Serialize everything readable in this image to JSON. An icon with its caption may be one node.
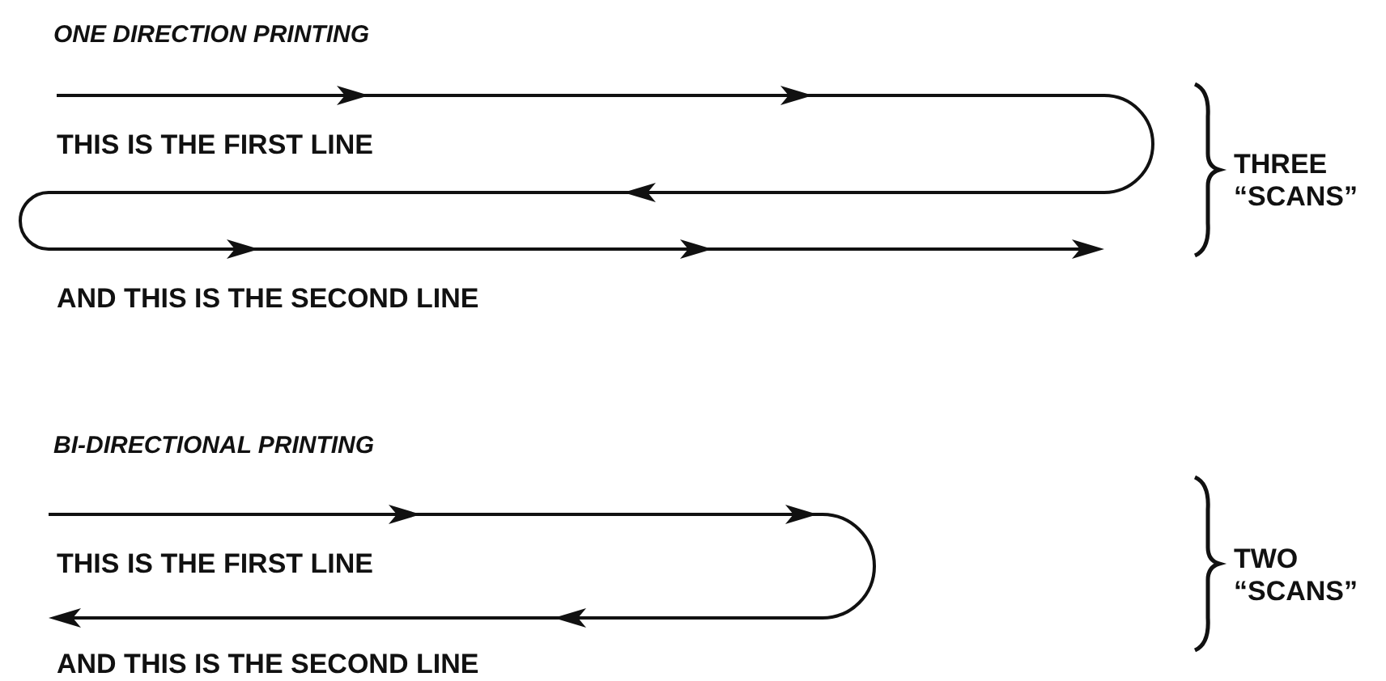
{
  "diagram": {
    "labels": [
      "ONE DIRECTION PRINTING",
      "THIS IS THE FIRST LINE",
      "THREE “SCANS”",
      "AND THIS IS THE SECOND LINE",
      "BI-DIRECTIONAL PRINTING",
      "THIS IS THE FIRST LINE",
      "TWO “SCANS”",
      "AND THIS IS THE SECOND LINE"
    ]
  }
}
